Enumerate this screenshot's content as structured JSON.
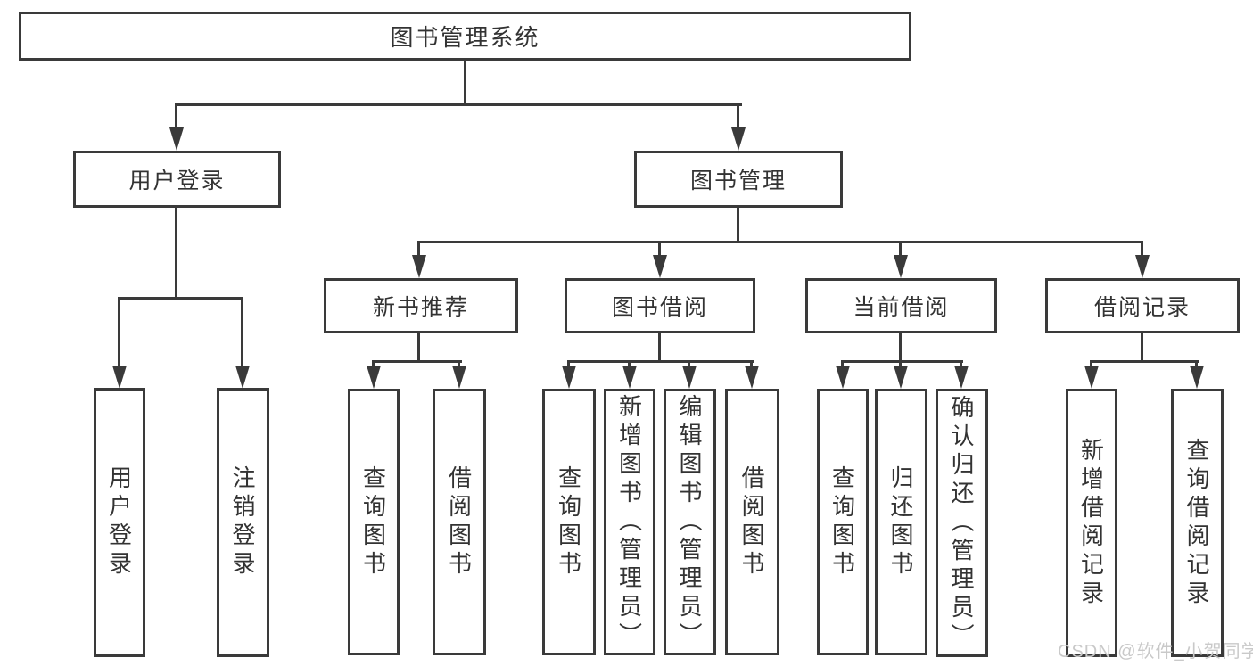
{
  "diagram": {
    "type": "hierarchy-tree",
    "tree": {
      "label": "图书管理系统",
      "children": [
        {
          "label": "用户登录",
          "children": [
            {
              "label": "用户登录"
            },
            {
              "label": "注销登录"
            }
          ]
        },
        {
          "label": "图书管理",
          "children": [
            {
              "label": "新书推荐",
              "children": [
                {
                  "label": "查询图书"
                },
                {
                  "label": "借阅图书"
                }
              ]
            },
            {
              "label": "图书借阅",
              "children": [
                {
                  "label": "查询图书"
                },
                {
                  "label": "新增图书（管理员）"
                },
                {
                  "label": "编辑图书（管理员）"
                },
                {
                  "label": "借阅图书"
                }
              ]
            },
            {
              "label": "当前借阅",
              "children": [
                {
                  "label": "查询图书"
                },
                {
                  "label": "归还图书"
                },
                {
                  "label": "确认归还（管理员）"
                }
              ]
            },
            {
              "label": "借阅记录",
              "children": [
                {
                  "label": "新增借阅记录"
                },
                {
                  "label": "查询借阅记录"
                }
              ]
            }
          ]
        }
      ]
    }
  },
  "watermark": {
    "text": "CSDN @软件_小贺同学"
  },
  "colors": {
    "line": "#3a3a3a",
    "text": "#333333",
    "background": "#ffffff",
    "watermark": "#c9c9c9"
  }
}
